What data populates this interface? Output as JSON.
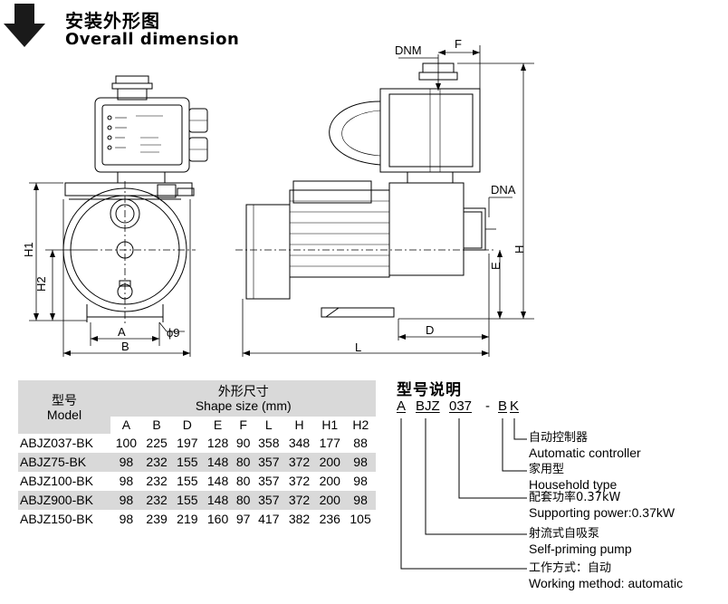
{
  "header": {
    "title_cn": "安装外形图",
    "title_en": "Overall dimension"
  },
  "drawing_labels": {
    "DNM": "DNM",
    "F": "F",
    "DNA": "DNA",
    "H1": "H1",
    "H2": "H2",
    "A": "A",
    "B": "B",
    "phi9": "ϕ9",
    "H": "H",
    "E": "E",
    "D": "D",
    "L": "L"
  },
  "table": {
    "model_cn": "型号",
    "model_en": "Model",
    "shape_cn": "外形尺寸",
    "shape_en": "Shape size (mm)",
    "columns": [
      "A",
      "B",
      "D",
      "E",
      "F",
      "L",
      "H",
      "H1",
      "H2"
    ],
    "rows": [
      {
        "model": "ABJZ037-BK",
        "values": [
          "100",
          "225",
          "197",
          "128",
          "90",
          "358",
          "348",
          "177",
          "88"
        ]
      },
      {
        "model": "ABJZ75-BK",
        "values": [
          "98",
          "232",
          "155",
          "148",
          "80",
          "357",
          "372",
          "200",
          "98"
        ]
      },
      {
        "model": "ABJZ100-BK",
        "values": [
          "98",
          "232",
          "155",
          "148",
          "80",
          "357",
          "372",
          "200",
          "98"
        ]
      },
      {
        "model": "ABJZ900-BK",
        "values": [
          "98",
          "232",
          "155",
          "148",
          "80",
          "357",
          "372",
          "200",
          "98"
        ]
      },
      {
        "model": "ABJZ150-BK",
        "values": [
          "98",
          "239",
          "219",
          "160",
          "97",
          "417",
          "382",
          "236",
          "105"
        ]
      }
    ]
  },
  "model_code": {
    "title": "型号说明",
    "parts": {
      "a": "A",
      "bjz": "BJZ",
      "num": "037",
      "dash": "-",
      "b": "B",
      "k": "K"
    },
    "legend": [
      {
        "cn": "自动控制器",
        "en": "Automatic controller"
      },
      {
        "cn": "家用型",
        "en": "Household type"
      },
      {
        "cn": "配套功率0.37kW",
        "en": "Supporting power:0.37kW"
      },
      {
        "cn": "射流式自吸泵",
        "en": "Self-priming pump"
      },
      {
        "cn": "工作方式：自动",
        "en": "Working method: automatic"
      }
    ]
  }
}
